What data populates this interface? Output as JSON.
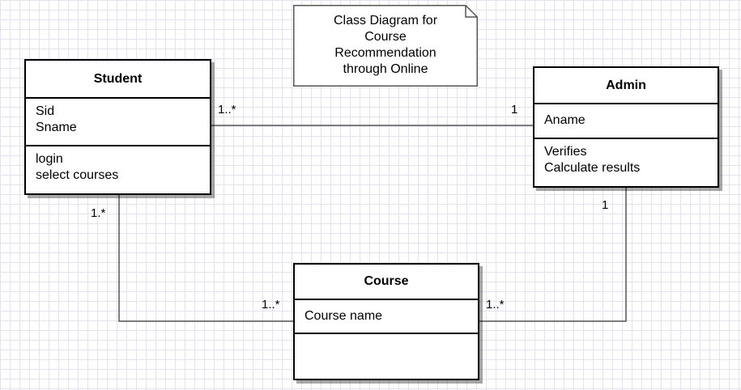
{
  "note": {
    "lines": [
      "Class Diagram for",
      "Course",
      "Recommendation",
      "through Online"
    ]
  },
  "classes": {
    "student": {
      "name": "Student",
      "attributes": [
        "Sid",
        "Sname"
      ],
      "operations": [
        "login",
        "select courses"
      ]
    },
    "admin": {
      "name": "Admin",
      "attributes": [
        "Aname"
      ],
      "operations": [
        "Verifies",
        "Calculate results"
      ]
    },
    "course": {
      "name": "Course",
      "attributes": [
        "Course name"
      ],
      "operations": []
    }
  },
  "associations": {
    "student_admin": {
      "student_end": "1..*",
      "admin_end": "1"
    },
    "student_course": {
      "student_end": "1.*",
      "course_end": "1..*"
    },
    "admin_course": {
      "admin_end": "1",
      "course_end": "1..*"
    }
  }
}
